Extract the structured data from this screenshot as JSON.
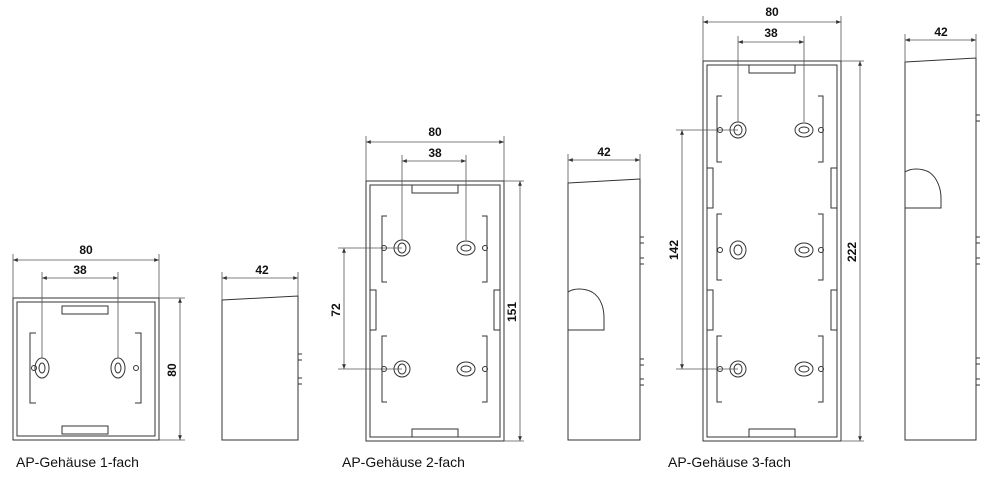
{
  "boxes": [
    {
      "caption": "AP-Gehäuse 1-fach",
      "front_width": "80",
      "hole_spacing": "38",
      "front_height": "80",
      "side_depth": "42",
      "cells": 1
    },
    {
      "caption": "AP-Gehäuse 2-fach",
      "front_width": "80",
      "hole_spacing": "38",
      "vertical_spacing": "72",
      "front_height": "151",
      "side_depth": "42",
      "cells": 2
    },
    {
      "caption": "AP-Gehäuse 3-fach",
      "front_width": "80",
      "hole_spacing": "38",
      "vertical_spacing": "142",
      "front_height": "222",
      "side_depth": "42",
      "cells": 3
    }
  ]
}
